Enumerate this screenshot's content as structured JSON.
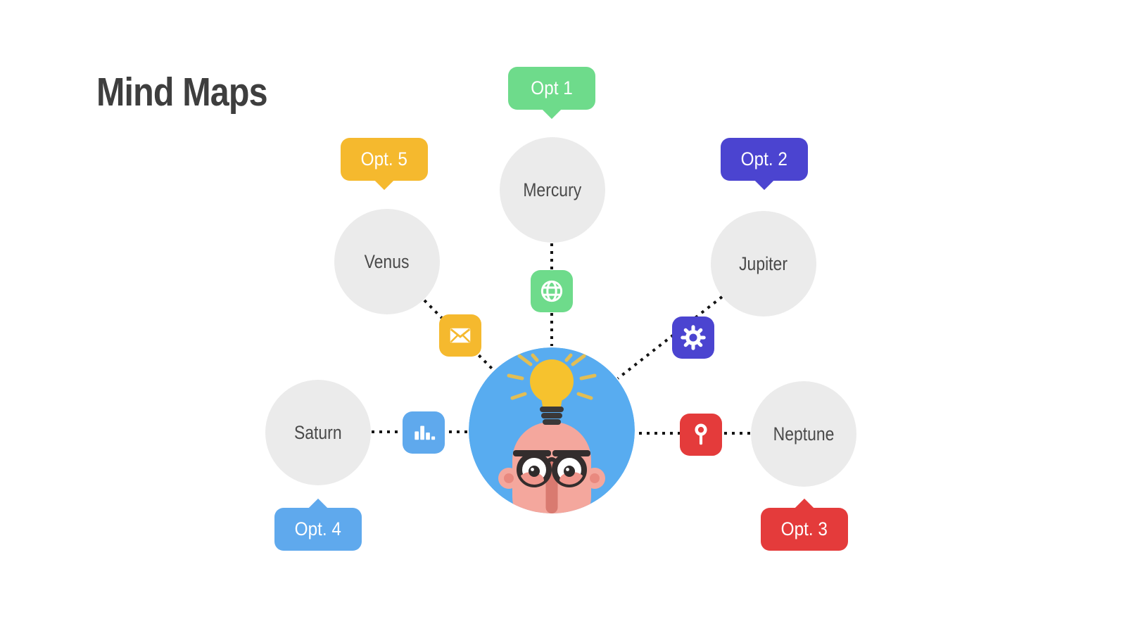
{
  "title": "Mind Maps",
  "palette": {
    "green": "#6EDB8B",
    "yellow": "#F5B92E",
    "indigo": "#4B44D0",
    "light_blue": "#5FA9ED",
    "red": "#E43B3B",
    "node_gray": "#EBEBEB",
    "center_blue": "#58ACF0",
    "connector_black": "#141414",
    "title_color": "#3E3E3E",
    "node_label_color": "#4A4A4A"
  },
  "nodes": [
    {
      "id": "mercury",
      "label": "Mercury"
    },
    {
      "id": "venus",
      "label": "Venus"
    },
    {
      "id": "jupiter",
      "label": "Jupiter"
    },
    {
      "id": "saturn",
      "label": "Saturn"
    },
    {
      "id": "neptune",
      "label": "Neptune"
    }
  ],
  "options": [
    {
      "id": "opt1",
      "label": "Opt 1",
      "color": "#6EDB8B"
    },
    {
      "id": "opt2",
      "label": "Opt. 2",
      "color": "#4B44D0"
    },
    {
      "id": "opt3",
      "label": "Opt. 3",
      "color": "#E43B3B"
    },
    {
      "id": "opt4",
      "label": "Opt. 4",
      "color": "#5FA9ED"
    },
    {
      "id": "opt5",
      "label": "Opt. 5",
      "color": "#F5B92E"
    }
  ],
  "icons": [
    {
      "id": "globe",
      "name": "globe-icon",
      "color": "#6EDB8B"
    },
    {
      "id": "envelope",
      "name": "envelope-icon",
      "color": "#F5B92E"
    },
    {
      "id": "gear",
      "name": "gear-icon",
      "color": "#4B44D0"
    },
    {
      "id": "bar-chart",
      "name": "bar-chart-icon",
      "color": "#5FA9ED"
    },
    {
      "id": "key",
      "name": "key-icon",
      "color": "#E43B3B"
    }
  ]
}
